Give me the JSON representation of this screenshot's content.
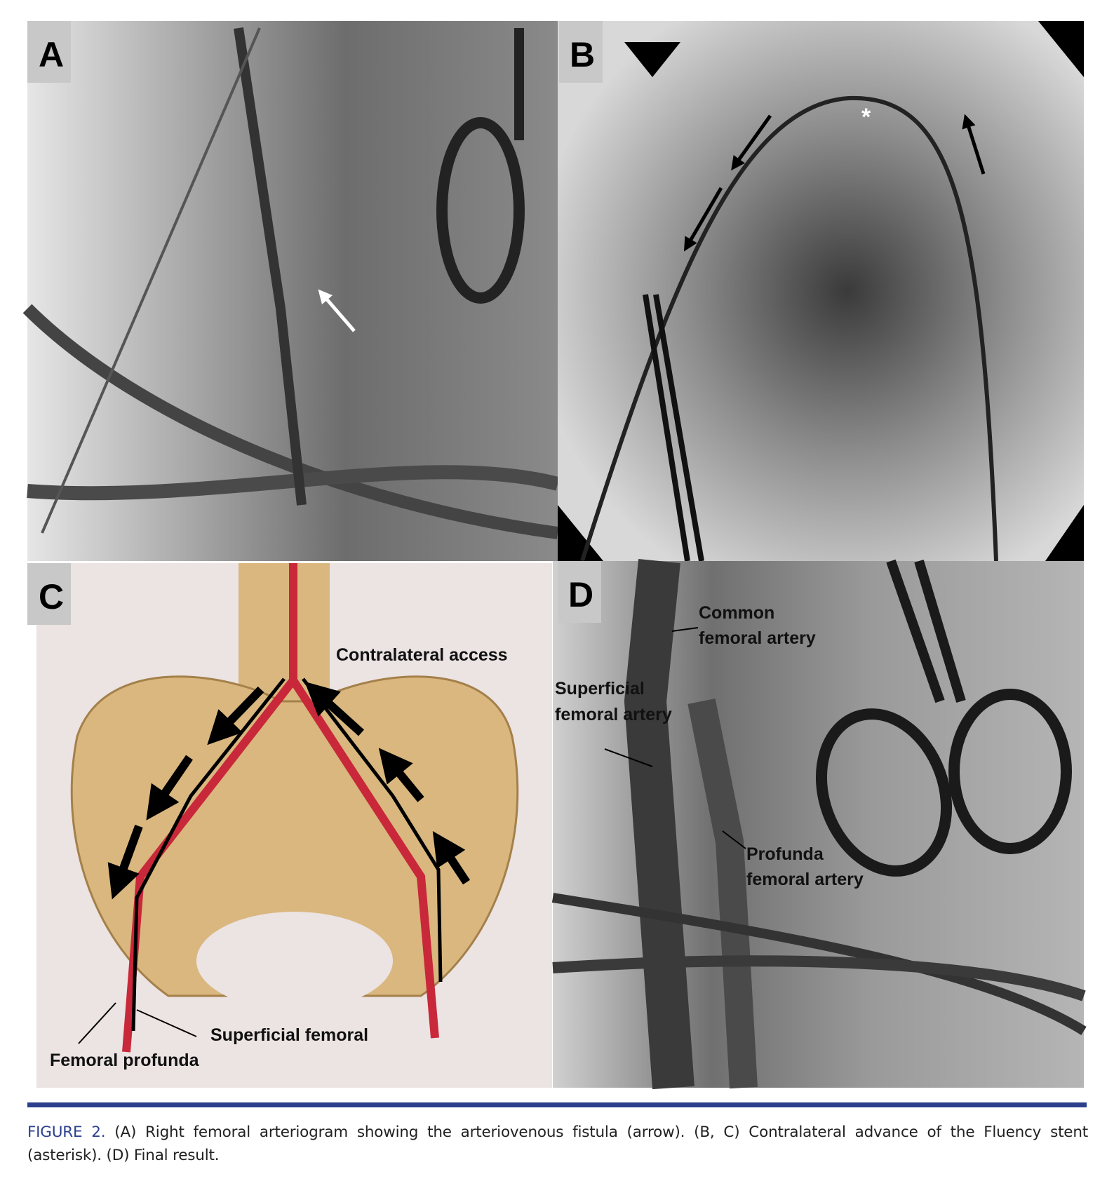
{
  "figure": {
    "panels": [
      {
        "label": "A"
      },
      {
        "label": "B",
        "asterisk": "*"
      },
      {
        "label": "C",
        "annotations": [
          "Contralateral access",
          "Superficial femoral",
          "Femoral profunda"
        ]
      },
      {
        "label": "D",
        "annotations": [
          "Common",
          "femoral artery",
          "Superficial",
          "femoral artery",
          "Profunda",
          "femoral artery"
        ]
      }
    ],
    "accent_color": "#2b3f8c"
  },
  "caption": {
    "figure_number": "FIGURE 2.",
    "text": " (A) Right femoral arteriogram showing the arteriovenous fistula (arrow). (B, C) Contralateral advance of the Fluency stent (asterisk). (D) Final result."
  }
}
